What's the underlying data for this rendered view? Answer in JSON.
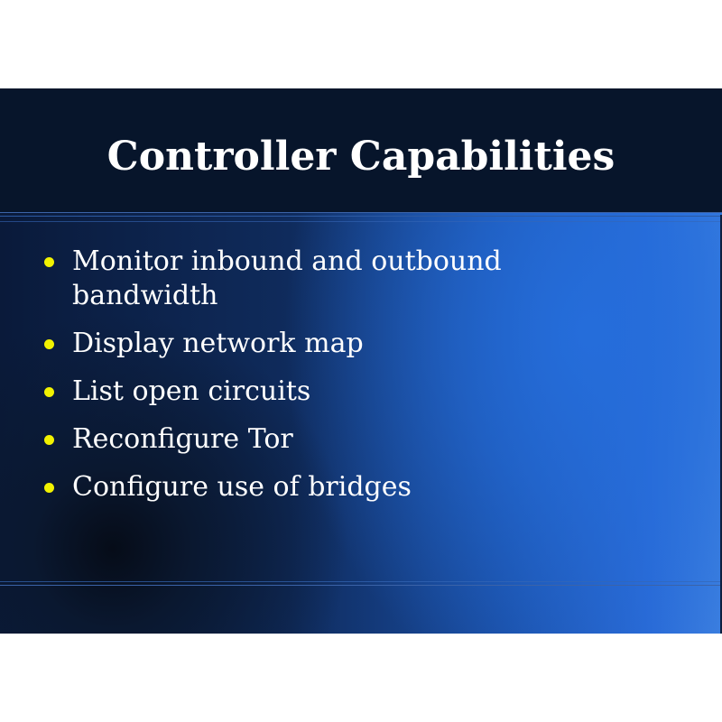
{
  "slide": {
    "title": "Controller Capabilities",
    "bullets": [
      "Monitor inbound and outbound bandwidth",
      "Display network map",
      "List open circuits",
      "Reconfigure Tor",
      "Configure use of bridges"
    ]
  },
  "colors": {
    "title_band": "#07152b",
    "bullet_marker": "#f2f200",
    "text": "#ffffff",
    "gradient_light": "#2a6ad6",
    "gradient_dark": "#0a1a3a"
  }
}
